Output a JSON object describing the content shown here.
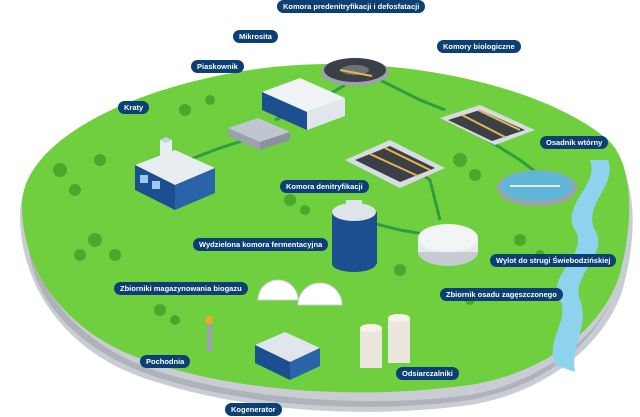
{
  "labels": {
    "komora_predenitryfikacji": "Komora predenitryfikacji i defosfatacji",
    "mikrosita": "Mikrosita",
    "piaskownik": "Piaskownik",
    "kraty": "Kraty",
    "komory_biologiczne": "Komory biologiczne",
    "osadnik_wtorny": "Osadnik wtórny",
    "komora_denitryfikacji": "Komora denitryfikacji",
    "wydzielona_komora": "Wydzielona komora fermentacyjna",
    "wylot": "Wylot do strugi Świebodzińskiej",
    "zbiorniki_biogazu": "Zbiorniki magazynowania biogazu",
    "zbiornik_osadu": "Zbiornik osadu zagęszczonego",
    "pochodnia": "Pochodnia",
    "odsiarczalniki": "Odsiarczalniki",
    "kogenerator": "Kogenerator"
  },
  "colors": {
    "grass": "#6fcf3f",
    "grass_dark": "#5ab52f",
    "base": "#c9cdd3",
    "water": "#8dd3ee",
    "pipe": "#2f9e3e",
    "label_bg": "#0c3f73",
    "building_blue": "#1c4f8f"
  }
}
